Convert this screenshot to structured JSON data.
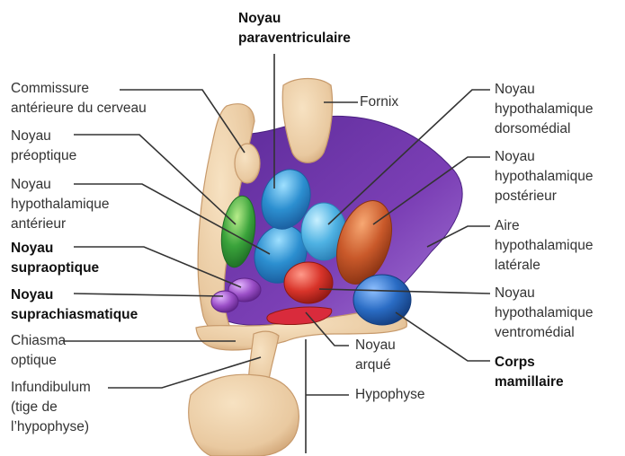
{
  "labels": {
    "paraventriculaire": "Noyau\nparaventriculaire",
    "commissure": "Commissure\nantérieure du cerveau",
    "fornix": "Fornix",
    "preoptique": "Noyau\npréoptique",
    "anterieur": "Noyau\nhypothalamique\nantérieur",
    "supraoptique": "Noyau\nsupraoptique",
    "suprachiasmatique": "Noyau\nsuprachiasmatique",
    "chiasma": "Chiasma\noptique",
    "infundibulum": "Infundibulum\n(tige de\nl’hypophyse)",
    "dorsomedial": "Noyau\nhypothalamique\ndorsomédial",
    "posterieur": "Noyau\nhypothalamique\npostérieur",
    "laterale": "Aire\nhypothalamique\nlatérale",
    "ventromedial": "Noyau\nhypothalamique\nventromédial",
    "mamillaire": "Corps\nmamillaire",
    "arque": "Noyau\narqué",
    "hypophyse": "Hypophyse"
  },
  "colors": {
    "tissue": "#e9c9a0",
    "tissue_edge": "#c79a6c",
    "lateral_area": "#7b3fb5",
    "paraventricular": "#2c8fd0",
    "preoptic": "#3aa33b",
    "supraoptic_suprachiasmatic": "#9b4fc7",
    "dorsomedial": "#4fb2e3",
    "posterior": "#c9592a",
    "ventromedial": "#d8342a",
    "arcuate": "#d92b3c",
    "mammillary": "#2a6cc4",
    "leader_line": "#333333"
  }
}
